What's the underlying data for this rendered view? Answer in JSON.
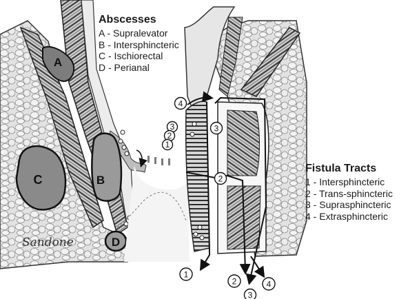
{
  "abscesses": {
    "title": "Abscesses",
    "items": [
      "A - Supralevator",
      "B - Intersphincteric",
      "C - Ischiorectal",
      "D - Perianal"
    ]
  },
  "fistula_tracts": {
    "title": "Fistula Tracts",
    "items": [
      "1 - Intersphincteric",
      "2 - Trans-sphincteric",
      "3 - Suprasphincteric",
      "4 - Extrasphincteric"
    ]
  },
  "markers": {
    "A": "A",
    "B": "B",
    "C": "C",
    "D": "D",
    "n1": "1",
    "n2": "2",
    "n3": "3",
    "n4": "4"
  },
  "signature": "Sandone"
}
